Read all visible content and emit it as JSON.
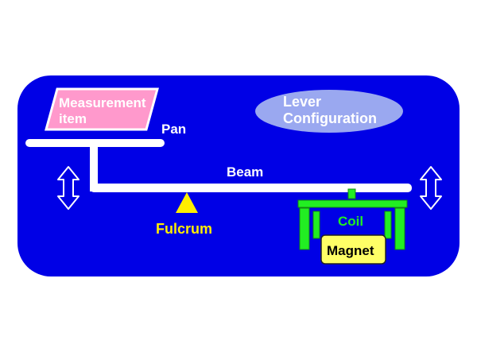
{
  "diagram": {
    "title_line1": "Lever",
    "title_line2": "Configuration",
    "item_line1": "Measurement",
    "item_line2": "item",
    "pan_label": "Pan",
    "beam_label": "Beam",
    "fulcrum_label": "Fulcrum",
    "coil_label": "Coil",
    "magnet_label": "Magnet"
  },
  "colors": {
    "panel": "#0000e6",
    "title_badge": "#9aa8f0",
    "item_fill": "#ff99cc",
    "item_border": "#ffffff",
    "beam": "#ffffff",
    "fulcrum": "#ffee00",
    "coil": "#22ee22",
    "magnet_fill": "#ffff66",
    "label_text": "#ffffff"
  },
  "icons": [
    "double-arrow-vertical-icon",
    "double-arrow-vertical-icon"
  ]
}
